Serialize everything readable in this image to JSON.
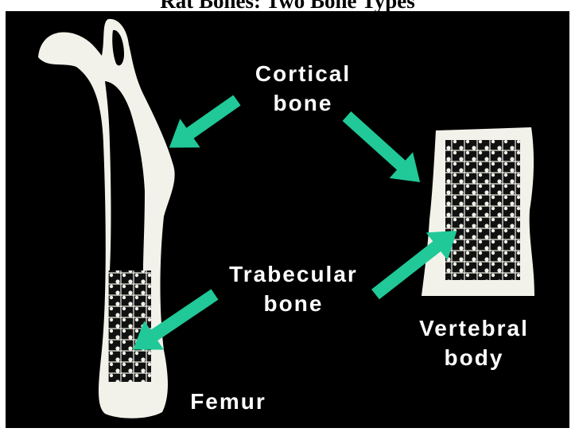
{
  "title": "Rat Bones: Two Bone Types",
  "labels": {
    "cortical_line1": "Cortical",
    "cortical_line2": "bone",
    "trabecular_line1": "Trabecular",
    "trabecular_line2": "bone",
    "vertebral_line1": "Vertebral",
    "vertebral_line2": "body",
    "femur": "Femur"
  },
  "colors": {
    "background": "#000000",
    "bone": "#f2f2ea",
    "arrow": "#20c997",
    "text": "#ffffff"
  }
}
